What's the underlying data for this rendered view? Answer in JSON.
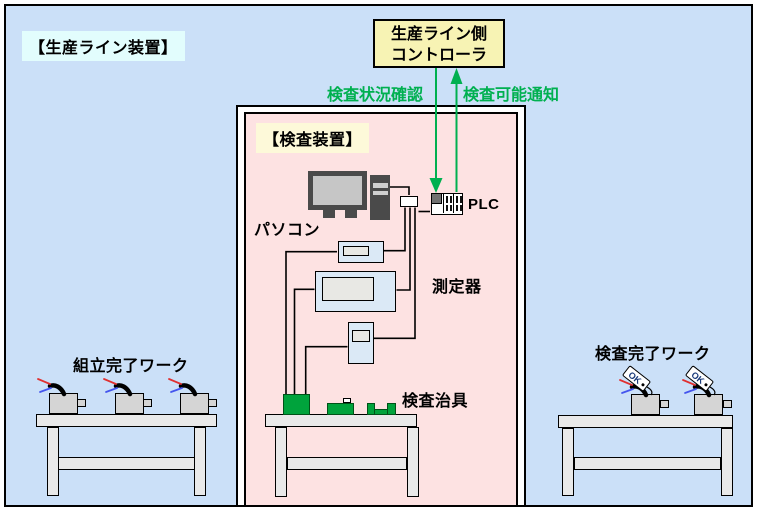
{
  "diagram": {
    "production_line_label": "【生産ライン装置】",
    "controller": {
      "line1": "生産ライン側",
      "line2": "コントローラ"
    },
    "signals": {
      "status_check": "検査状況確認",
      "ready_notify": "検査可能通知"
    },
    "inspection_box_label": "【検査装置】",
    "equipment": {
      "pc": "パソコン",
      "plc": "PLC",
      "measuring": "測定器",
      "jig": "検査治具"
    },
    "left_area_label": "組立完了ワーク",
    "right_area_label": "検査完了ワーク",
    "ok_tag": "OK"
  },
  "colors": {
    "canvas_bg": "#cbe0f8",
    "inspection_bg": "#fde2e2",
    "controller_bg": "#f7f3b4",
    "label_cyan_bg": "#e2fdfd",
    "label_yellow_bg": "#fdf9d9",
    "signal_green": "#00b050",
    "jig_green": "#00a33c",
    "device_blue": "#dbe9f6",
    "equipment_dark_gray": "#4a4a4a",
    "table_gray": "#e9e9e9"
  }
}
